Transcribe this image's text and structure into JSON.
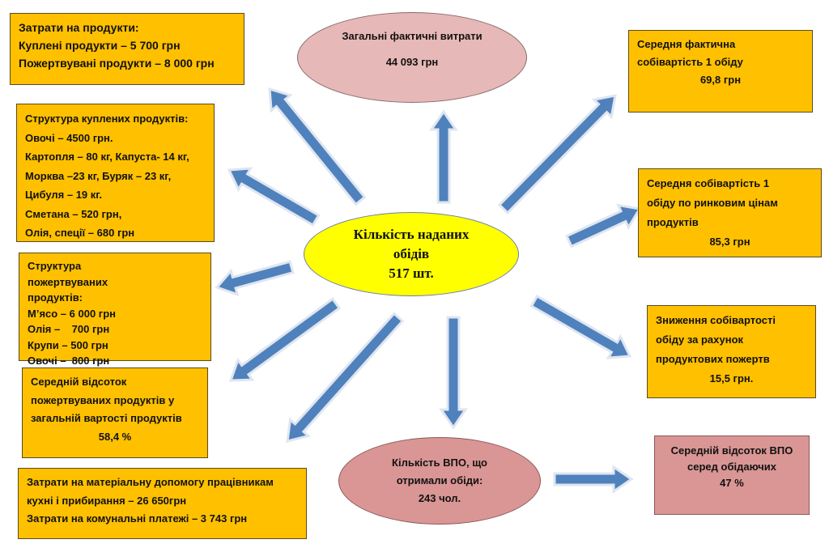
{
  "colors": {
    "box": "#ffc000",
    "center": "#ffff00",
    "pink_top": "#e6b8b7",
    "pink_bottom": "#d99694",
    "arrow": "#4f81bd"
  },
  "center": {
    "line1": "Кількість наданих",
    "line2": "обідів",
    "line3": "517 шт."
  },
  "top_ellipse": {
    "title": "Загальні фактичні витрати",
    "value": "44 093 грн"
  },
  "bottom_ellipse": {
    "line1": "Кількість ВПО, що",
    "line2": "отримали обіди:",
    "value": "243 чол."
  },
  "vpo_percent": {
    "line1": "Середній відсоток ВПО",
    "line2": "серед обідаючих",
    "value": "47 %"
  },
  "product_costs": {
    "title": "Затрати на продукти:",
    "lines": [
      "Куплені продукти – 5 700 грн",
      "Пожертвувані продукти – 8 000 грн"
    ]
  },
  "bought_structure": {
    "title": "Структура куплених продуктів:",
    "lines": [
      "Овочі – 4500 грн.",
      "Картопля – 80 кг, Капуста- 14 кг,",
      "Морква –23 кг, Буряк – 23 кг,",
      "Цибуля – 19 кг.",
      "Сметана – 520 грн,",
      "Олія, спеції – 680 грн"
    ]
  },
  "donated_structure": {
    "title": "Структура пожертвуваних продуктів:",
    "lines": [
      "М’ясо – 6 000 грн",
      "Олія –    700 грн",
      "Крупи – 500 грн",
      "Овочі –  800 грн"
    ]
  },
  "donated_percent": {
    "lines": [
      "Середній відсоток",
      "пожертвуваних продуктів у",
      "загальній вартості продуктів"
    ],
    "value": "58,4 %"
  },
  "other_costs": {
    "lines": [
      "Затрати на матеріальну допомогу працівникам",
      "кухні і прибирання – 26 650грн",
      "Затрати на комунальні платежі – 3 743 грн"
    ]
  },
  "actual_cost": {
    "lines": [
      "Середня фактична",
      "собівартість 1 обіду"
    ],
    "value": "69,8 грн"
  },
  "market_cost": {
    "lines": [
      "Середня собівартість 1",
      "обіду по ринковим цінам",
      "продуктів"
    ],
    "value": "85,3 грн"
  },
  "cost_reduction": {
    "lines": [
      "Зниження собівартості",
      "обіду за рахунок",
      "продуктових пожертв"
    ],
    "value": "15,5 грн."
  }
}
